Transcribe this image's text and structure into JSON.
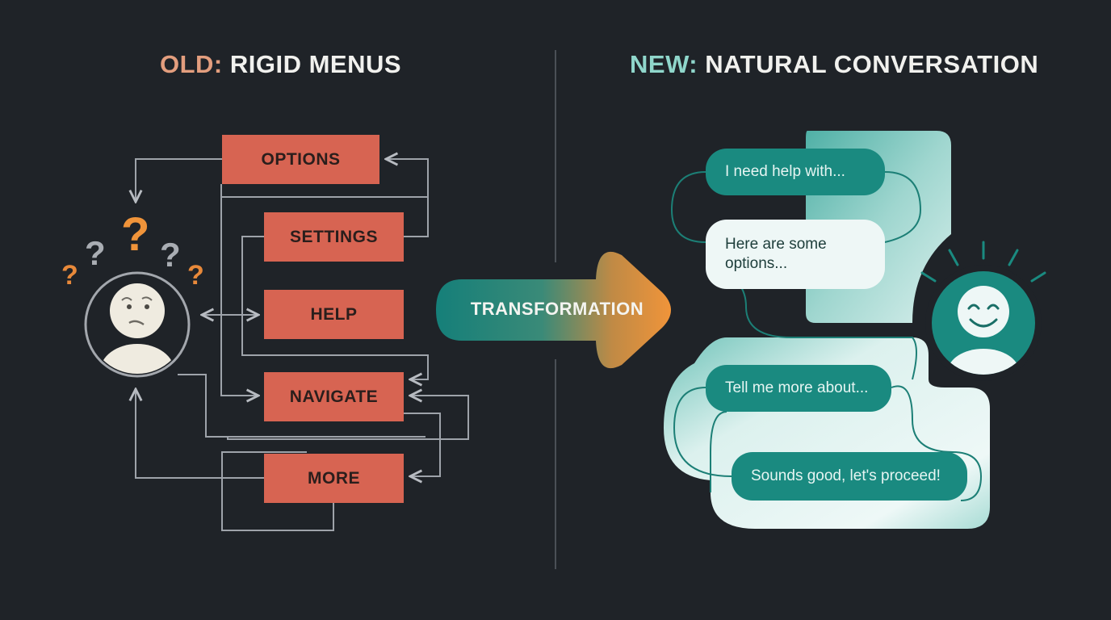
{
  "headings": {
    "old_prefix": "OLD:",
    "old_rest": " RIGID MENUS",
    "new_prefix": "NEW:",
    "new_rest": " NATURAL CONVERSATION"
  },
  "menu": [
    "OPTIONS",
    "SETTINGS",
    "HELP",
    "NAVIGATE",
    "MORE"
  ],
  "arrow_label": "TRANSFORMATION",
  "chat": {
    "msg1": "I need help with...",
    "msg2_line1": "Here are some",
    "msg2_line2": "options...",
    "msg3": "Tell me more about...",
    "msg4": "Sounds good, let's proceed!"
  },
  "colors": {
    "background": "#1f2328",
    "menu_box": "#d76452",
    "teal": "#1a8a80",
    "orange": "#f0943a",
    "old_accent": "#e39e7e",
    "new_accent": "#8fd6cb"
  },
  "icons": [
    "confused-user-icon",
    "question-mark-icon",
    "happy-user-icon",
    "flow-arrow-icon"
  ]
}
